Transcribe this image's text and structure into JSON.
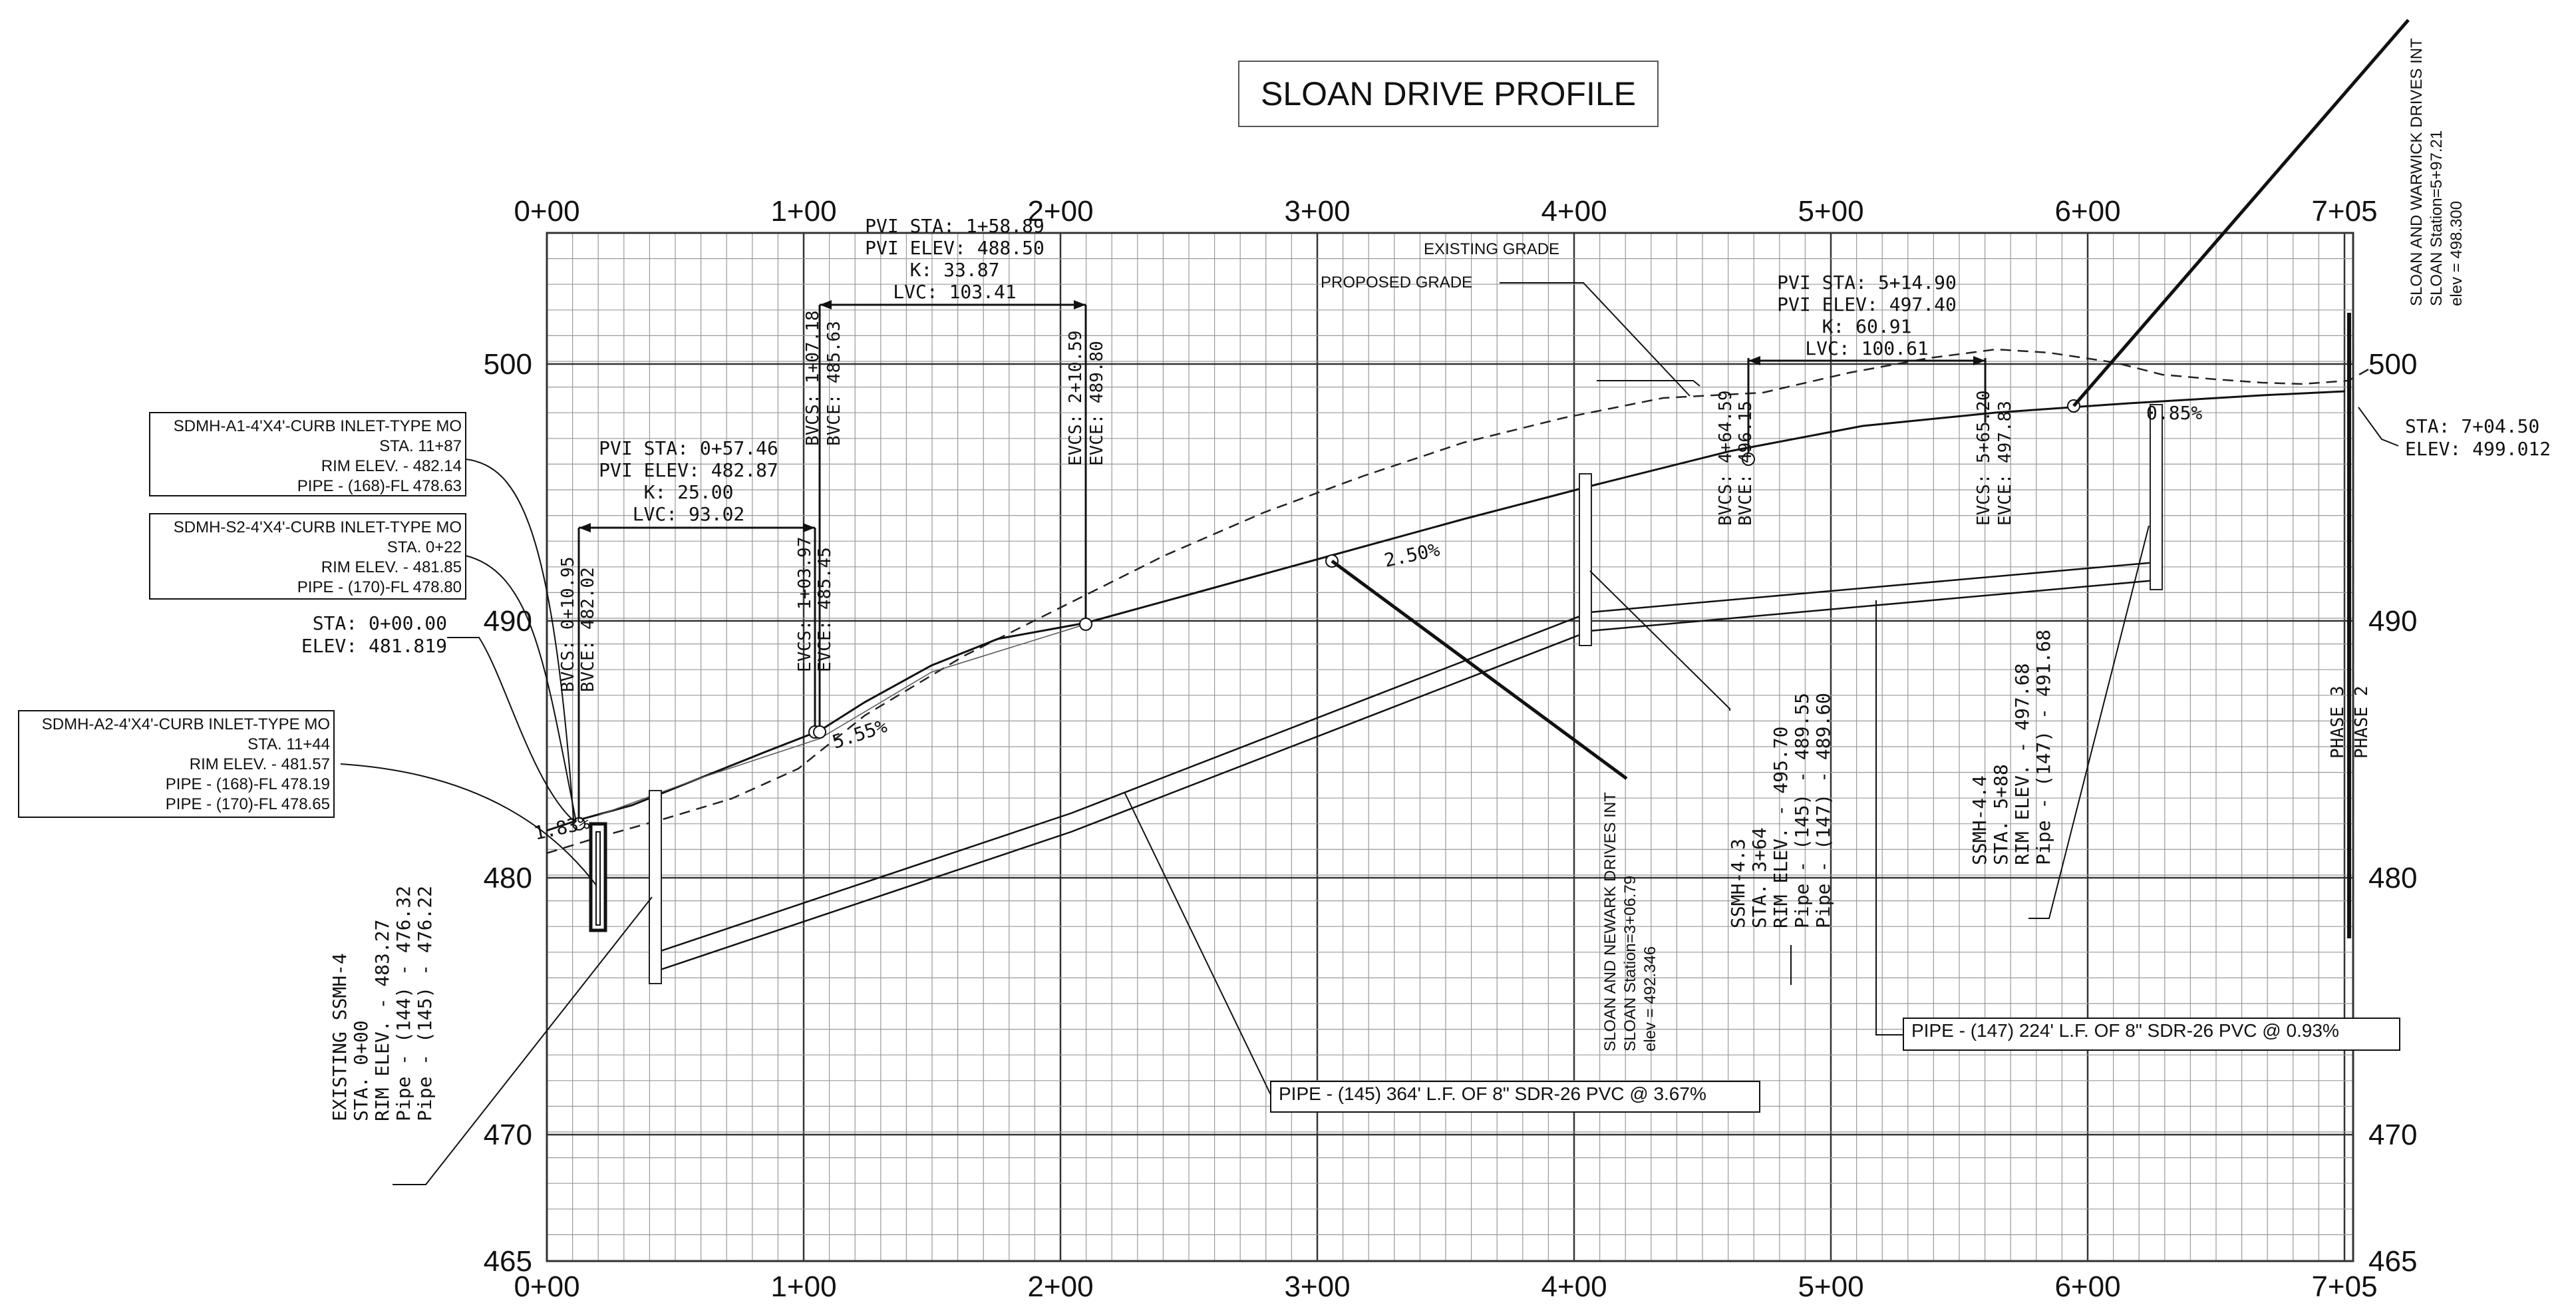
{
  "title": "SLOAN DRIVE PROFILE",
  "stations_top": [
    "0+00",
    "1+00",
    "2+00",
    "3+00",
    "4+00",
    "5+00",
    "6+00",
    "7+05"
  ],
  "stations_bottom": [
    "0+00",
    "1+00",
    "2+00",
    "3+00",
    "4+00",
    "5+00",
    "6+00",
    "7+05"
  ],
  "elevations_left": [
    "500",
    "490",
    "480",
    "470",
    "465"
  ],
  "elevations_right": [
    "500",
    "490",
    "480",
    "470",
    "465"
  ],
  "callouts": {
    "sdmh_a1": [
      "SDMH-A1-4'X4'-CURB INLET-TYPE MO",
      "STA. 11+87",
      "RIM ELEV. - 482.14",
      "PIPE - (168)-FL 478.63"
    ],
    "sdmh_s2": [
      "SDMH-S2-4'X4'-CURB INLET-TYPE MO",
      "STA. 0+22",
      "RIM ELEV. - 481.85",
      "PIPE - (170)-FL 478.80"
    ],
    "sdmh_a2": [
      "SDMH-A2-4'X4'-CURB INLET-TYPE MO",
      "STA. 11+44",
      "RIM ELEV. - 481.57",
      "PIPE - (168)-FL 478.19",
      "PIPE - (170)-FL 478.65"
    ],
    "start_sta": [
      "STA:  0+00.00",
      "ELEV:  481.819"
    ],
    "end_sta": [
      "STA:  7+04.50",
      "ELEV:  499.012"
    ],
    "pvi1": [
      "PVI  STA: 0+57.46",
      "PVI  ELEV: 482.87",
      "K: 25.00",
      "LVC: 93.02"
    ],
    "pvi2": [
      "PVI  STA: 1+58.89",
      "PVI  ELEV: 488.50",
      "K: 33.87",
      "LVC: 103.41"
    ],
    "pvi3": [
      "PVI  STA: 5+14.90",
      "PVI  ELEV: 497.40",
      "K: 60.91",
      "LVC: 100.61"
    ],
    "existing_grade": "EXISTING GRADE",
    "proposed_grade": "PROPOSED  GRADE",
    "pipe145": "PIPE - (145) 364' L.F. OF 8\" SDR-26 PVC @ 3.67%",
    "pipe147": "PIPE - (147) 224' L.F. OF 8\" SDR-26 PVC @ 0.93%",
    "ssmh4": [
      "EXISTING  SSMH-4",
      "STA. 0+00",
      "RIM ELEV.  -  483.27",
      "Pipe  -  (144)  -  476.32",
      "Pipe  -  (145)  -  476.22"
    ],
    "ssmh43": [
      "SSMH-4.3",
      "STA. 3+64",
      "RIM ELEV.  -  495.70",
      "Pipe  -  (145)  -  489.55",
      "Pipe  -  (147)  -  489.60"
    ],
    "ssmh44": [
      "SSMH-4.4",
      "STA. 5+88",
      "RIM ELEV.  -  497.68",
      "Pipe  -  (147)  -  491.68"
    ],
    "newark": [
      "SLOAN AND NEWARK DRIVES INT",
      "SLOAN Station=3+06.79",
      "elev = 492.346"
    ],
    "warwick": [
      "SLOAN AND WARWICK DRIVES INT",
      "SLOAN Station=5+97.21",
      "elev = 498.300"
    ],
    "phase3": "PHASE 3",
    "phase2": "PHASE 2",
    "bvc1": [
      "BVCS:  0+10.95",
      "BVCE:  482.02"
    ],
    "evc1": [
      "EVCS:  1+03.97",
      "EVCE:  485.45"
    ],
    "bvc2": [
      "BVCS:  1+07.18",
      "BVCE:  485.63"
    ],
    "evc2": [
      "EVCS:  2+10.59",
      "EVCE:  489.80"
    ],
    "bvc3": [
      "BVCS:  4+64.59",
      "BVCE:  496.15"
    ],
    "evc3": [
      "EVCS:  5+65.20",
      "EVCE:  497.83"
    ],
    "grade1": "1.83%",
    "grade2": "5.55%",
    "grade3": "2.50%",
    "grade4": "0.85%"
  }
}
